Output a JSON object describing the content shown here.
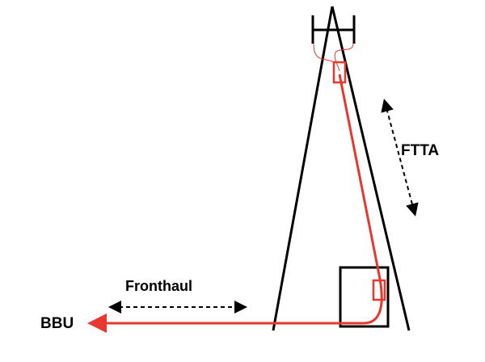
{
  "labels": {
    "ftta": "FTTA",
    "fronthaul": "Fronthaul",
    "bbu": "BBU"
  },
  "colors": {
    "fiber": "#e8372f",
    "structure": "#000000"
  }
}
